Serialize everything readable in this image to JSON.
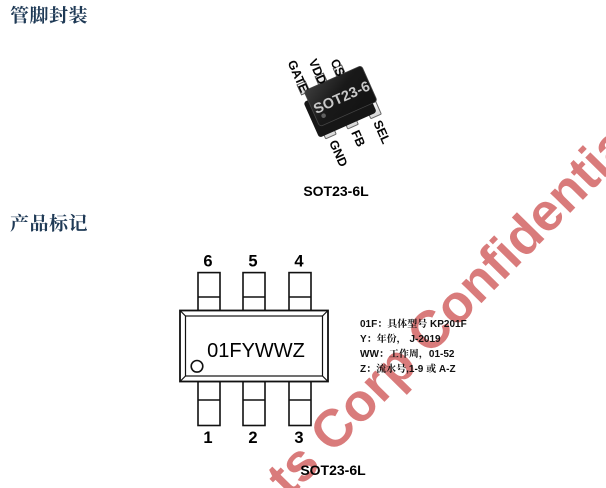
{
  "sections": {
    "pin_package_heading": "管脚封装",
    "product_marking_heading": "产品标记"
  },
  "package_3d": {
    "body_label": "SOT23-6",
    "top_pins": [
      "GATE",
      "VDD",
      "CS"
    ],
    "bottom_pins": [
      "GND",
      "FB",
      "SEL"
    ],
    "caption": "SOT23-6L"
  },
  "marking": {
    "code": "01FYWWZ",
    "top_pin_numbers": [
      "6",
      "5",
      "4"
    ],
    "bottom_pin_numbers": [
      "1",
      "2",
      "3"
    ],
    "caption": "SOT23-6L"
  },
  "legend": {
    "lines": [
      "01F：具体型号 KP201F",
      "Y：年份， J-2019",
      "WW：工作周，01-52",
      "Z：流水号,1-9 或 A-Z"
    ]
  },
  "watermark": {
    "text": "ts Corp Confidential",
    "color": "#d97b7b",
    "angle_deg": -45
  },
  "colors": {
    "heading": "#1f3a56"
  }
}
